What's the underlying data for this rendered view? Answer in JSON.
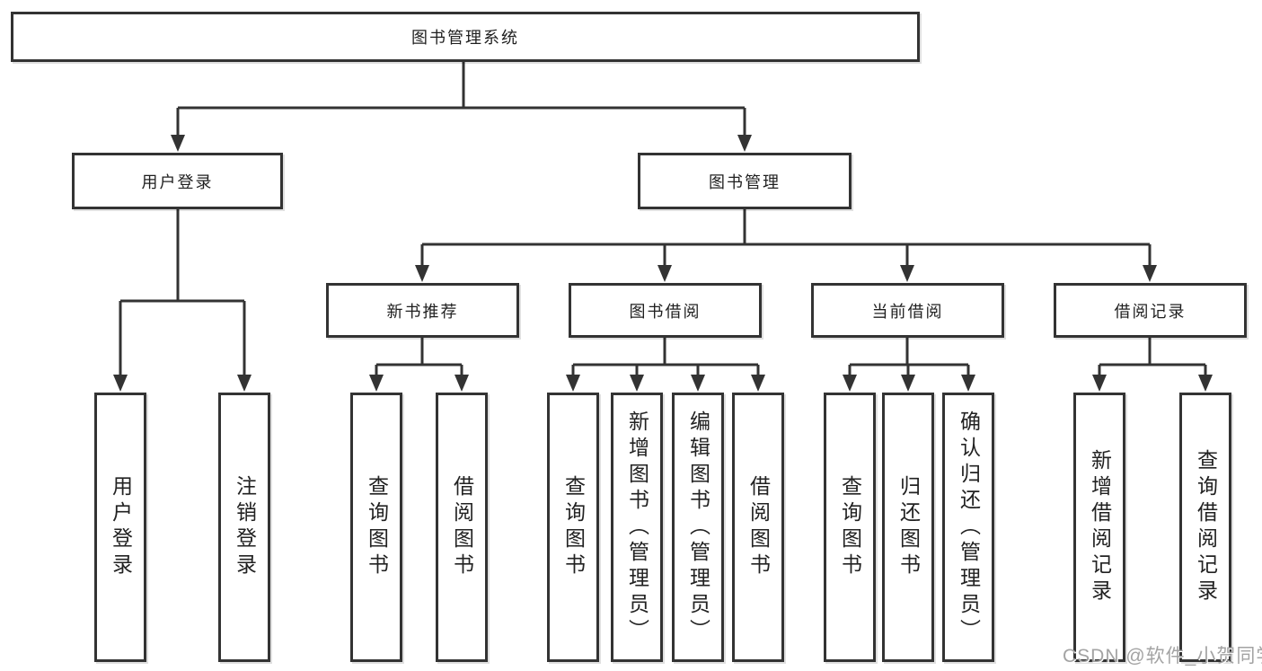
{
  "tree": {
    "root": {
      "label": "图书管理系统"
    },
    "branches": [
      {
        "label": "用户登录",
        "children": [
          {
            "label": "用户登录"
          },
          {
            "label": "注销登录"
          }
        ]
      },
      {
        "label": "图书管理",
        "groups": [
          {
            "label": "新书推荐",
            "children": [
              {
                "label": "查询图书"
              },
              {
                "label": "借阅图书"
              }
            ]
          },
          {
            "label": "图书借阅",
            "children": [
              {
                "label": "查询图书"
              },
              {
                "label": "新增图书（管理员）"
              },
              {
                "label": "编辑图书（管理员）"
              },
              {
                "label": "借阅图书"
              }
            ]
          },
          {
            "label": "当前借阅",
            "children": [
              {
                "label": "查询图书"
              },
              {
                "label": "归还图书"
              },
              {
                "label": "确认归还（管理员）"
              }
            ]
          },
          {
            "label": "借阅记录",
            "children": [
              {
                "label": "新增借阅记录"
              },
              {
                "label": "查询借阅记录"
              }
            ]
          }
        ]
      }
    ]
  },
  "watermark": "CSDN @软件_小贺同学",
  "colors": {
    "line": "#333333",
    "box_border": "#333333",
    "text": "#1f1f1f",
    "watermark": "#9e9e9e",
    "background": "#ffffff"
  }
}
